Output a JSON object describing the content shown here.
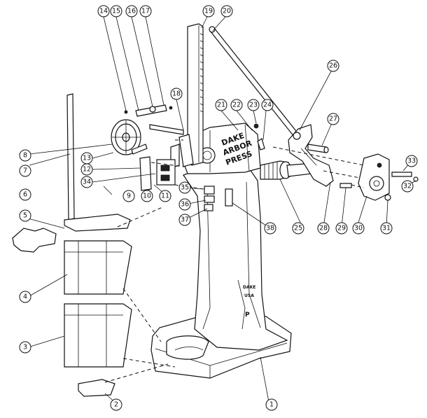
{
  "diagram": {
    "press_lettering": [
      "DAKE",
      "ARBOR",
      "PRESS"
    ],
    "base_lettering": [
      "DAKE",
      "USA",
      "P"
    ],
    "callouts": [
      "1",
      "2",
      "3",
      "4",
      "5",
      "6",
      "7",
      "8",
      "9",
      "10",
      "11",
      "12",
      "13",
      "14",
      "15",
      "16",
      "17",
      "18",
      "19",
      "20",
      "21",
      "22",
      "23",
      "24",
      "25",
      "26",
      "27",
      "28",
      "29",
      "30",
      "31",
      "32",
      "33",
      "34",
      "35",
      "36",
      "37",
      "38"
    ]
  }
}
